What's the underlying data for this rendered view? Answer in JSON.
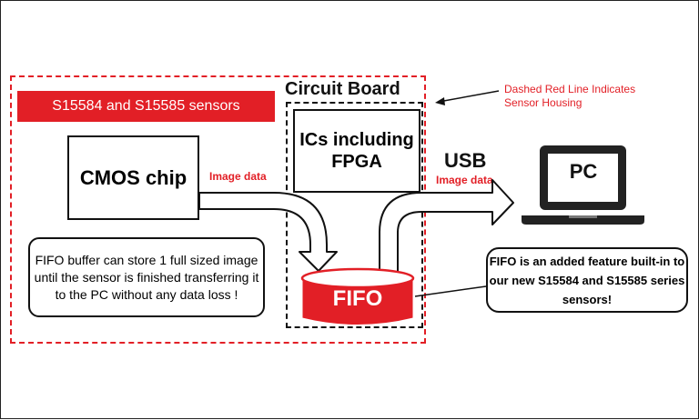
{
  "diagram": {
    "sensor_banner": "S15584 and S15585 sensors",
    "board_title": "Circuit Board",
    "ics_label": "ICs including FPGA",
    "cmos_label": "CMOS chip",
    "image_data_left": "Image data",
    "image_data_right": "Image data",
    "usb_label": "USB",
    "pc_label": "PC",
    "fifo_label": "FIFO",
    "buffer_note": "FIFO buffer can store 1 full sized image until the sensor is finished transferring it to the PC without any data loss !",
    "housing_note_line1": "Dashed Red Line Indicates",
    "housing_note_line2": "Sensor Housing",
    "fifo_note": "FIFO is an added feature built-in to our new S15584 and S15585 series sensors!"
  },
  "colors": {
    "accent_red": "#e21f26",
    "outline": "#111111",
    "background": "#ffffff"
  },
  "icons": [
    "laptop-icon",
    "fifo-cylinder-icon",
    "data-flow-arrow-icon"
  ]
}
